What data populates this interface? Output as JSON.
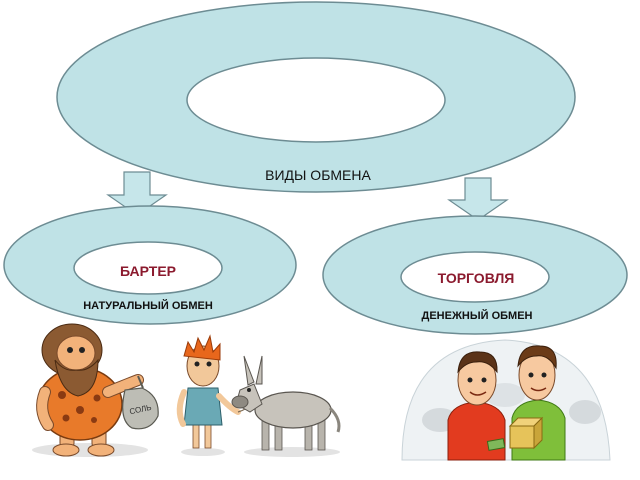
{
  "top": {
    "title": "ВИДЫ ОБМЕНА"
  },
  "left": {
    "inner_label": "БАРТЕР",
    "caption": "НАТУРАЛЬНЫЙ ОБМЕН"
  },
  "right": {
    "inner_label": "ТОРГОВЛЯ",
    "caption": "ДЕНЕЖНЫЙ ОБМЕН"
  },
  "illustrations": {
    "sack_text": "СОЛЬ"
  },
  "colors": {
    "ring_fill": "#bfe2e6",
    "ring_stroke": "#6d8c93",
    "arrow_fill": "#c6e6ea",
    "label_red": "#8b1a2e",
    "text_dark": "#111111"
  }
}
